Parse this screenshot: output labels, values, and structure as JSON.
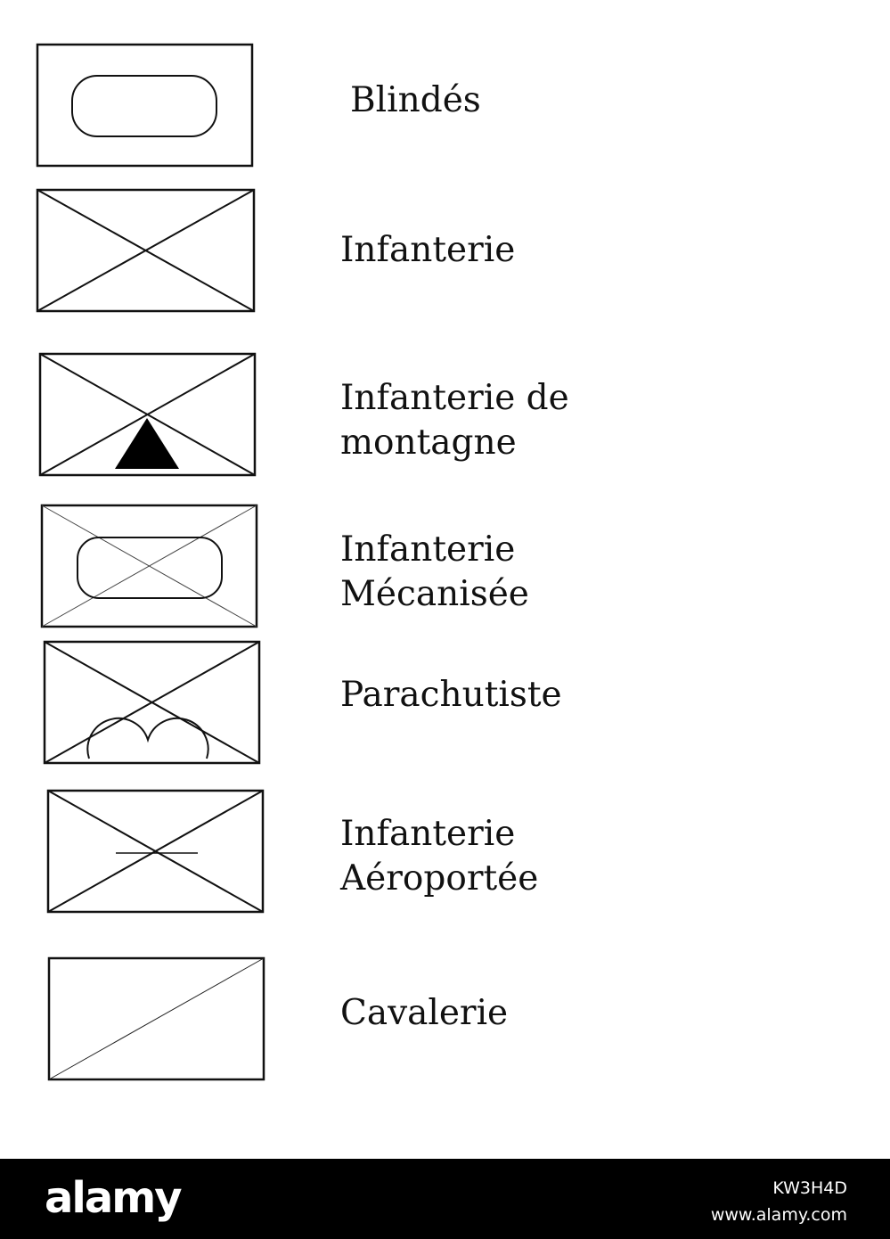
{
  "legend": [
    {
      "symbol": "armour-symbol-icon",
      "lines": [
        "Blindés"
      ]
    },
    {
      "symbol": "infantry-symbol-icon",
      "lines": [
        "Infanterie"
      ]
    },
    {
      "symbol": "mountain-infantry-symbol-icon",
      "lines": [
        "Infanterie de",
        "montagne"
      ]
    },
    {
      "symbol": "mechanized-infantry-symbol-icon",
      "lines": [
        "Infanterie",
        "Mécanisée"
      ]
    },
    {
      "symbol": "paratrooper-symbol-icon",
      "lines": [
        "Parachutiste"
      ]
    },
    {
      "symbol": "airborne-infantry-symbol-icon",
      "lines": [
        "Infanterie",
        "Aéroportée"
      ]
    },
    {
      "symbol": "cavalry-symbol-icon",
      "lines": [
        "Cavalerie"
      ]
    }
  ],
  "footer": {
    "brand": "alamy",
    "image_code": "KW3H4D",
    "site": "www.alamy.com",
    "background": "#000000",
    "text_color": "#ffffff"
  },
  "colors": {
    "background": "#ffffff",
    "stroke": "#111111"
  }
}
